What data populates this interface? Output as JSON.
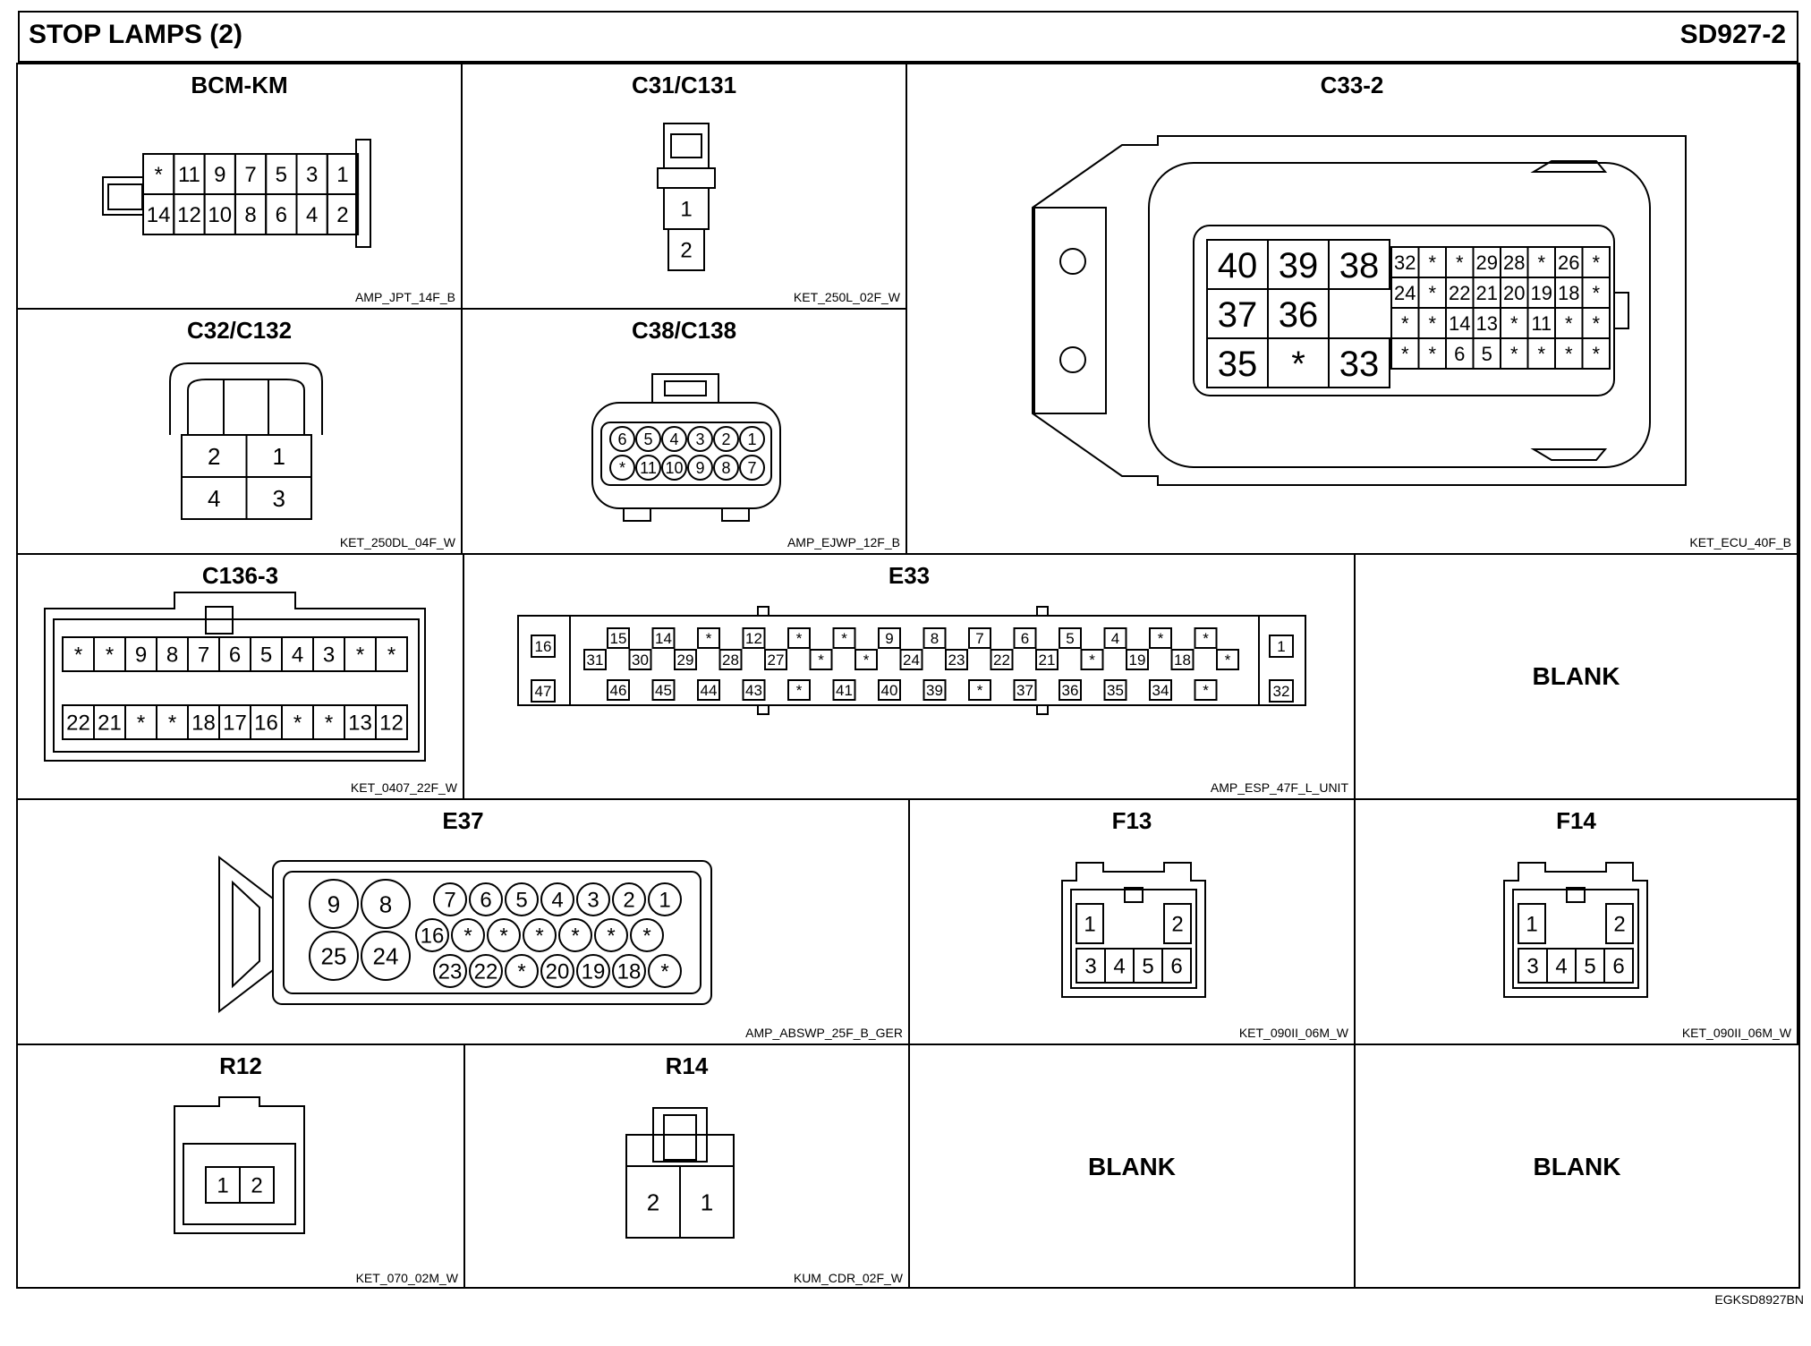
{
  "header": {
    "title": "STOP LAMPS (2)",
    "code": "SD927-2"
  },
  "footer": {
    "code": "EGKSD8927BN"
  },
  "connectors": {
    "bcm_km": {
      "name": "BCM-KM",
      "code": "AMP_JPT_14F_B",
      "top": [
        "*",
        "11",
        "9",
        "7",
        "5",
        "3",
        "1"
      ],
      "bottom": [
        "14",
        "12",
        "10",
        "8",
        "6",
        "4",
        "2"
      ]
    },
    "c31": {
      "name": "C31/C131",
      "code": "KET_250L_02F_W",
      "pins": [
        "1",
        "2"
      ]
    },
    "c33": {
      "name": "C33-2",
      "code": "KET_ECU_40F_B",
      "big": [
        [
          "40",
          "39",
          "38"
        ],
        [
          "37",
          "36",
          ""
        ],
        [
          "35",
          "*",
          "33"
        ]
      ],
      "small": [
        [
          "32",
          "*",
          "*",
          "29",
          "28",
          "*",
          "26",
          "*"
        ],
        [
          "24",
          "*",
          "22",
          "21",
          "20",
          "19",
          "18",
          "*"
        ],
        [
          "*",
          "*",
          "14",
          "13",
          "*",
          "11",
          "*",
          "*"
        ],
        [
          "*",
          "*",
          "6",
          "5",
          "*",
          "*",
          "*",
          "*"
        ]
      ]
    },
    "c32": {
      "name": "C32/C132",
      "code": "KET_250DL_04F_W",
      "pins": [
        [
          "2",
          "1"
        ],
        [
          "4",
          "3"
        ]
      ]
    },
    "c38": {
      "name": "C38/C138",
      "code": "AMP_EJWP_12F_B",
      "top": [
        "6",
        "5",
        "4",
        "3",
        "2",
        "1"
      ],
      "bottom": [
        "*",
        "11",
        "10",
        "9",
        "8",
        "7"
      ]
    },
    "c136": {
      "name": "C136-3",
      "code": "KET_0407_22F_W",
      "top": [
        "*",
        "*",
        "9",
        "8",
        "7",
        "6",
        "5",
        "4",
        "3",
        "*",
        "*"
      ],
      "bottom": [
        "22",
        "21",
        "*",
        "*",
        "18",
        "17",
        "16",
        "*",
        "*",
        "13",
        "12"
      ]
    },
    "e33": {
      "name": "E33",
      "code": "AMP_ESP_47F_L_UNIT",
      "left": [
        "16",
        "47"
      ],
      "right": [
        "1",
        "32"
      ],
      "row1": [
        "15",
        "14",
        "*",
        "12",
        "*",
        "*",
        "9",
        "8",
        "7",
        "6",
        "5",
        "4",
        "*",
        "*"
      ],
      "row2": [
        "31",
        "30",
        "29",
        "28",
        "27",
        "*",
        "*",
        "24",
        "23",
        "22",
        "21",
        "*",
        "19",
        "18",
        "*"
      ],
      "row3": [
        "46",
        "45",
        "44",
        "43",
        "*",
        "41",
        "40",
        "39",
        "*",
        "37",
        "36",
        "35",
        "34",
        "*"
      ]
    },
    "blank1": {
      "text": "BLANK"
    },
    "e37": {
      "name": "E37",
      "code": "AMP_ABSWP_25F_B_GER",
      "big": [
        "9",
        "8",
        "25",
        "24"
      ],
      "row1": [
        "7",
        "6",
        "5",
        "4",
        "3",
        "2",
        "1"
      ],
      "row2": [
        "16",
        "*",
        "*",
        "*",
        "*",
        "*",
        "*"
      ],
      "row3": [
        "23",
        "22",
        "*",
        "20",
        "19",
        "18",
        "*"
      ]
    },
    "f13": {
      "name": "F13",
      "code": "KET_090II_06M_W",
      "top": [
        "1",
        "2"
      ],
      "bottom": [
        "3",
        "4",
        "5",
        "6"
      ]
    },
    "f14": {
      "name": "F14",
      "code": "KET_090II_06M_W",
      "top": [
        "1",
        "2"
      ],
      "bottom": [
        "3",
        "4",
        "5",
        "6"
      ]
    },
    "r12": {
      "name": "R12",
      "code": "KET_070_02M_W",
      "pins": [
        "1",
        "2"
      ]
    },
    "r14": {
      "name": "R14",
      "code": "KUM_CDR_02F_W",
      "pins": [
        "2",
        "1"
      ]
    },
    "blank2": {
      "text": "BLANK"
    },
    "blank3": {
      "text": "BLANK"
    }
  }
}
